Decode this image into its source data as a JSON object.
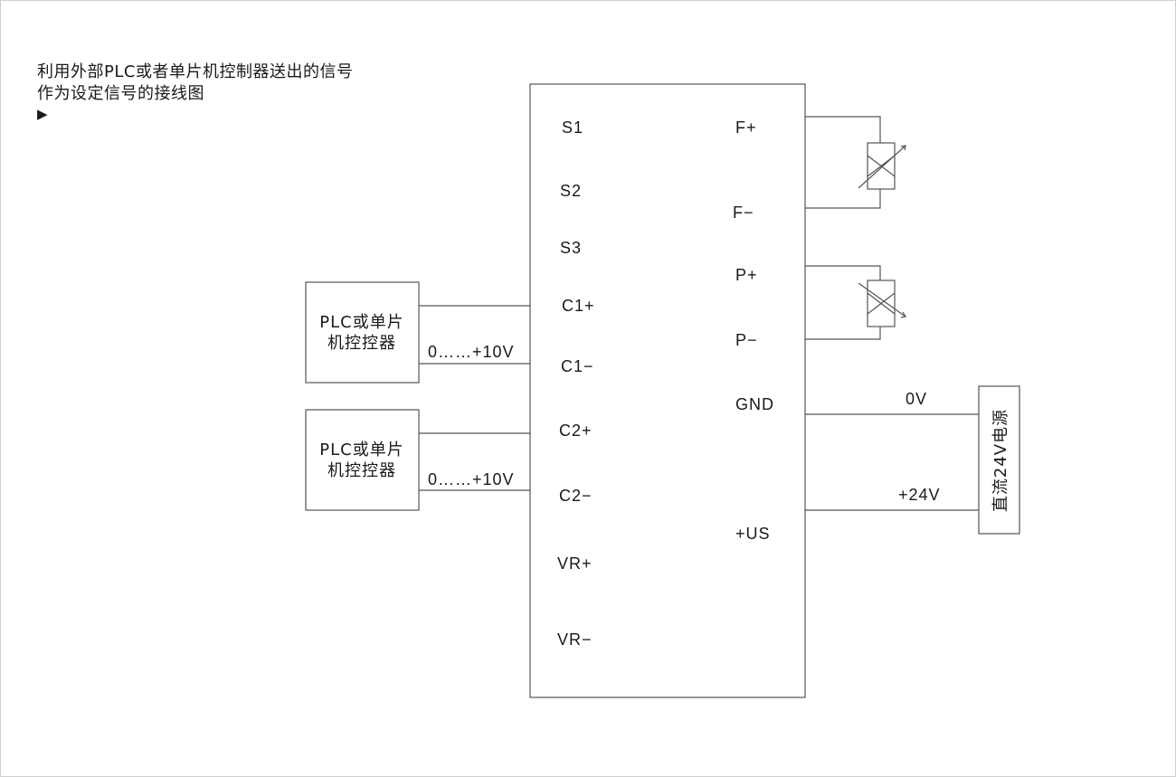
{
  "title": {
    "line1": "利用外部PLC或者单片机控制器送出的信号",
    "line2": "作为设定信号的接线图",
    "arrow": "▶"
  },
  "controller": {
    "left_terminals": {
      "s1": "S1",
      "s2": "S2",
      "s3": "S3",
      "c1_plus": "C1+",
      "c1_minus": "C1−",
      "c2_plus": "C2+",
      "c2_minus": "C2−",
      "vr_plus": "VR+",
      "vr_minus": "VR−"
    },
    "right_terminals": {
      "f_plus": "F+",
      "f_minus": "F−",
      "p_plus": "P+",
      "p_minus": "P−",
      "gnd": "GND",
      "us": "+US"
    }
  },
  "plc1": {
    "line1": "PLC或单片",
    "line2": "机控控器",
    "signal": "0……+10V"
  },
  "plc2": {
    "line1": "PLC或单片",
    "line2": "机控控器",
    "signal": "0……+10V"
  },
  "power": {
    "label": "直流24V电源",
    "zero_v": "0V",
    "plus_24v": "+24V"
  }
}
